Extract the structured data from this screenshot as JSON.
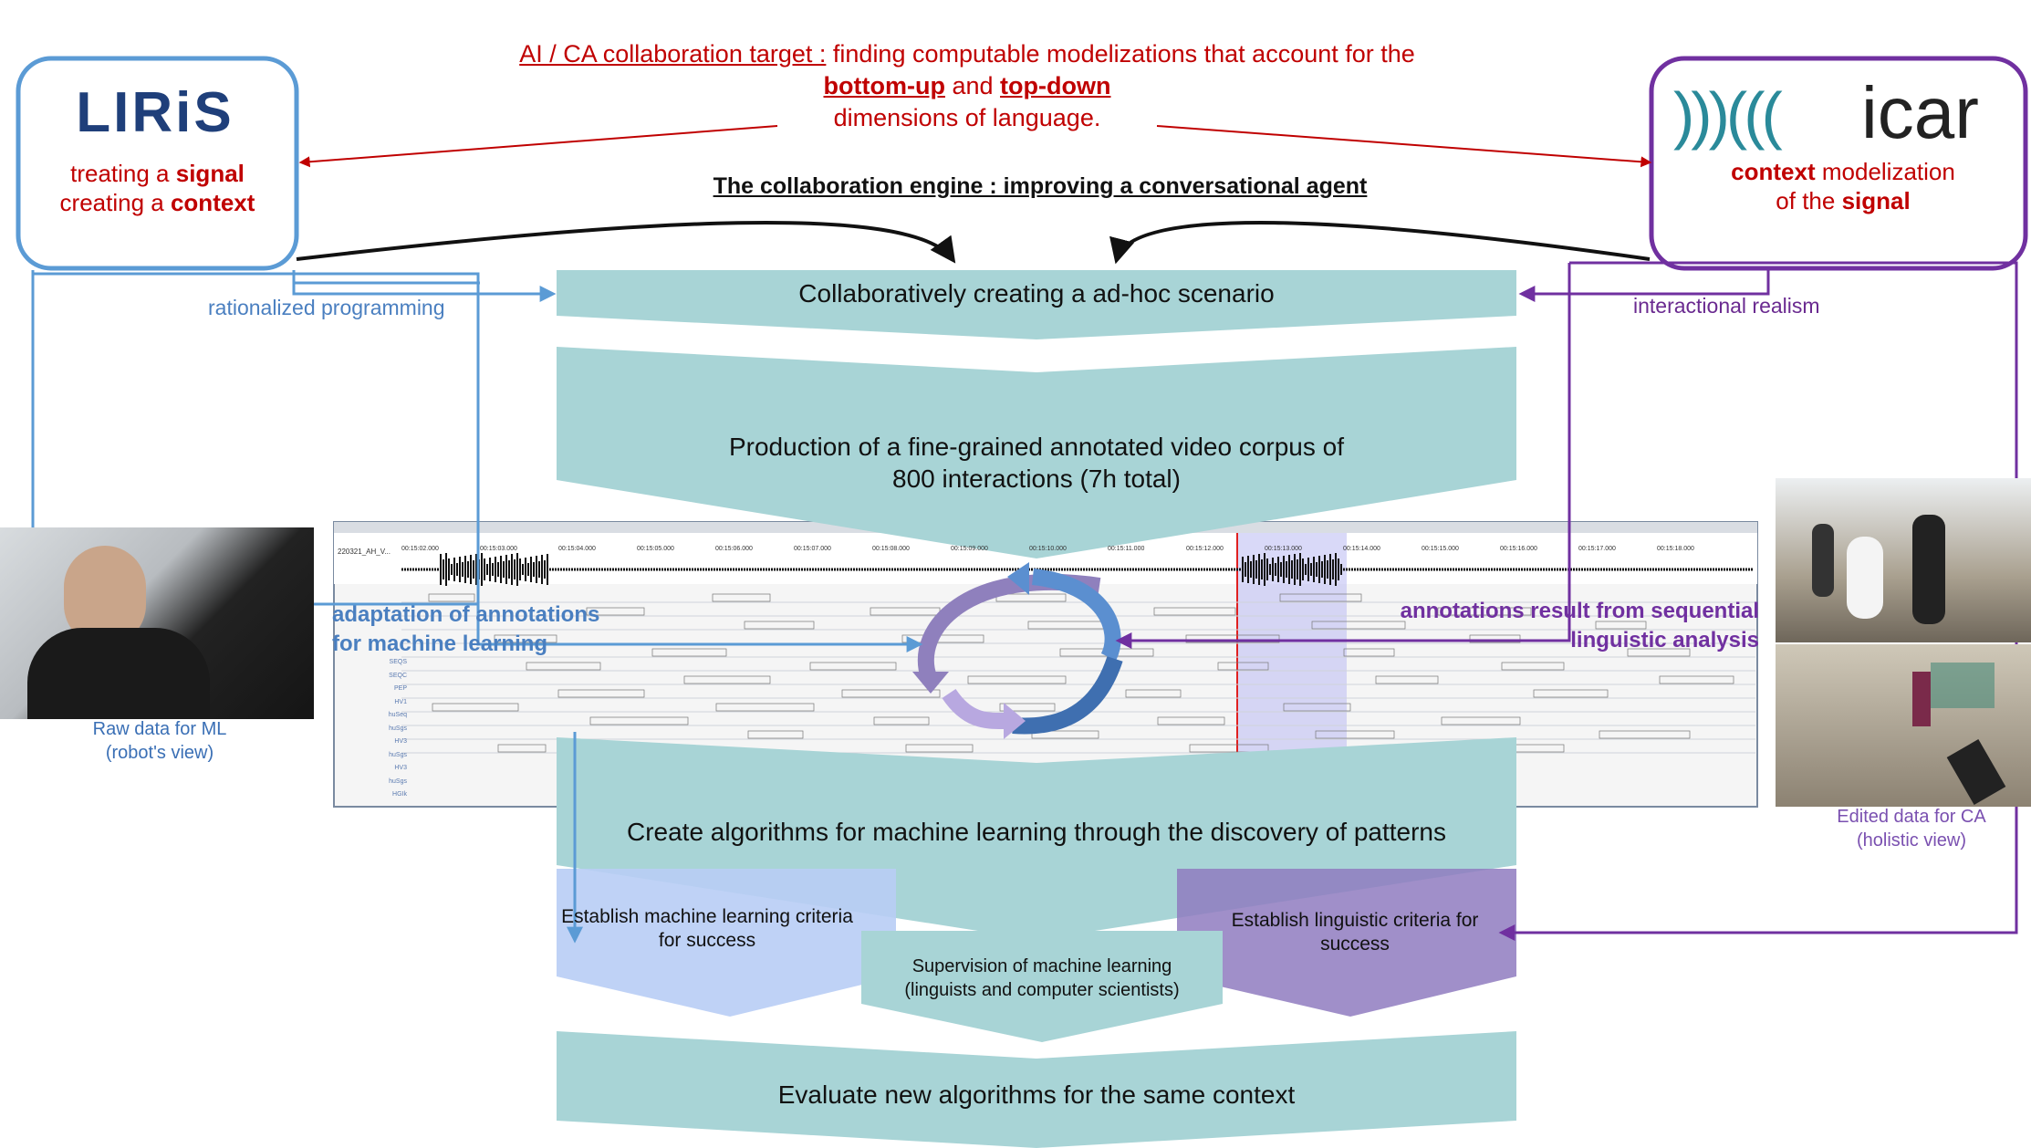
{
  "header": {
    "target_label": "AI / CA collaboration target :",
    "target_rest": "finding computable modelizations that account for the",
    "bottom_up": "bottom-up",
    "and_word": "and",
    "top_down": "top-down",
    "dimensions": "dimensions of language."
  },
  "engine_title": "The collaboration engine : improving a conversational agent",
  "liris": {
    "logo": "LIRiS",
    "line1_plain": "treating a",
    "line1_bold": "signal",
    "line2_plain": "creating a",
    "line2_bold": "context",
    "side_label": "rationalized programming"
  },
  "icar": {
    "logo": "icar",
    "line1_bold": "context",
    "line1_plain": "modelization",
    "line2_plain": "of the",
    "line2_bold": "signal",
    "side_label": "interactional realism"
  },
  "steps": {
    "scenario": "Collaboratively creating a ad-hoc scenario",
    "corpus_line1": "Production of a fine-grained annotated video corpus of",
    "corpus_line2": "800 interactions (7h total)",
    "algorithms": "Create algorithms for machine learning through the discovery of patterns",
    "ml_criteria_line1": "Establish machine learning criteria",
    "ml_criteria_line2": "for success",
    "supervision_line1": "Supervision of machine learning",
    "supervision_line2": "(linguists and computer scientists)",
    "ling_criteria_line1": "Establish linguistic criteria for",
    "ling_criteria_line2": "success",
    "evaluate": "Evaluate new algorithms for the same context"
  },
  "annotations": {
    "left_line1": "adaptation of annotations",
    "left_line2": "for machine learning",
    "right_line1": "annotations result from sequential",
    "right_line2": "linguistic analysis"
  },
  "captions": {
    "raw_line1": "Raw data for ML",
    "raw_line2": "(robot's view)",
    "edited_line1": "Edited data for CA",
    "edited_line2": "(holistic view)"
  },
  "timeline": {
    "file_label": "220321_AH_V...",
    "times": [
      "00:15:02.000",
      "00:15:03.000",
      "00:15:04.000",
      "00:15:05.000",
      "00:15:06.000",
      "00:15:07.000",
      "00:15:08.000",
      "00:15:09.000",
      "00:15:10.000",
      "00:15:11.000",
      "00:15:12.000",
      "00:15:13.000",
      "00:15:14.000",
      "00:15:15.000",
      "00:15:16.000",
      "00:15:17.000",
      "00:15:18.000"
    ],
    "tier_labels": [
      "SEQS",
      "SEQC",
      "PEP",
      "HV1",
      "huSeq",
      "huSgs",
      "HV3",
      "huSgs",
      "HV3",
      "huSgs",
      "HGIk"
    ]
  },
  "colors": {
    "teal": "#a8d4d6",
    "liris_blue": "#5b9bd5",
    "icar_purple": "#7030a0",
    "red": "#c00000",
    "ml_blue": "#b8cdf5",
    "ling_purple": "#9b87c8"
  }
}
